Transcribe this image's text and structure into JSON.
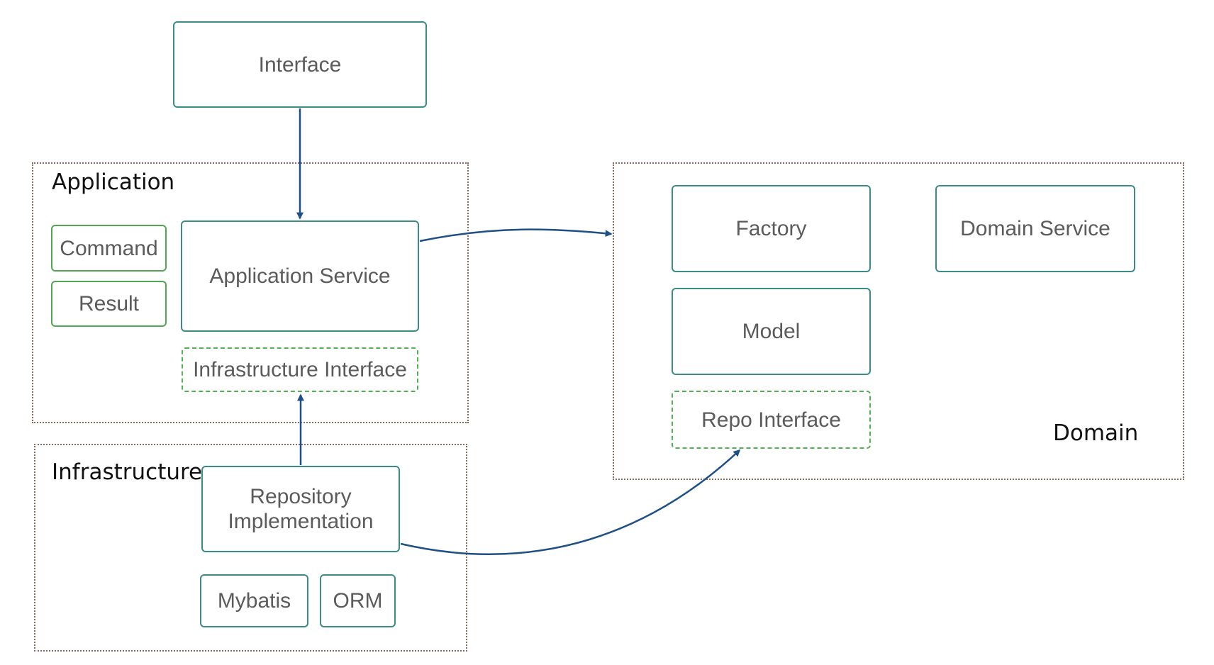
{
  "groups": {
    "application": "Application",
    "infrastructure": "Infrastructure",
    "domain": "Domain"
  },
  "boxes": {
    "interface": "Interface",
    "command": "Command",
    "result": "Result",
    "application_service": "Application Service",
    "infrastructure_interface": "Infrastructure Interface",
    "repository_implementation": "Repository\nImplementation",
    "mybatis": "Mybatis",
    "orm": "ORM",
    "factory": "Factory",
    "domain_service": "Domain Service",
    "model": "Model",
    "repo_interface": "Repo Interface"
  },
  "colors": {
    "box_border": "#3a8c84",
    "green_border": "#52a552",
    "group_border": "#8a6a60",
    "arrow": "#1e4f86",
    "box_text": "#5b5b5b"
  }
}
